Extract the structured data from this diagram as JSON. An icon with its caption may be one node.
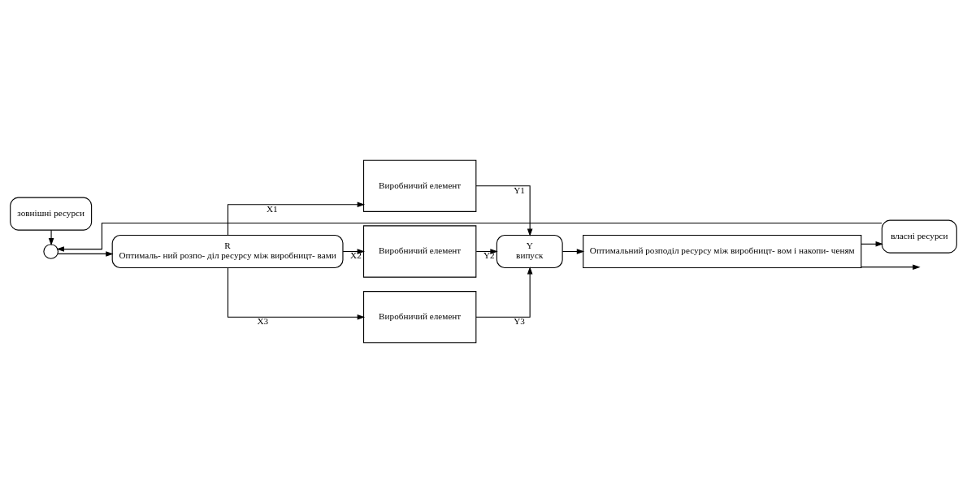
{
  "diagram": {
    "nodes": [
      {
        "text": [
          "зовнішні ресурси"
        ]
      },
      {
        "text": [],
        "shape": "circle"
      },
      {
        "text": [
          "R",
          "Оптималь- ний розпо- діл ресурсу між виробницт- вами"
        ]
      },
      {
        "text": [
          "Виробничий елемент"
        ]
      },
      {
        "text": [
          "Виробничий елемент"
        ]
      },
      {
        "text": [
          "Виробничий елемент"
        ]
      },
      {
        "text": [
          "Y",
          "випуск"
        ]
      },
      {
        "text": [
          "Оптимальний розподіл ресурсу між виробницт- вом і накопи- ченям"
        ]
      },
      {
        "text": [
          "власні ресурси"
        ]
      }
    ],
    "edges": [
      {
        "from": 0,
        "to": 1,
        "arrow": "to"
      },
      {
        "from": 1,
        "to": 2,
        "arrow": "to"
      },
      {
        "from": 2,
        "to": 3,
        "arrow": "to",
        "label": "X1"
      },
      {
        "from": 2,
        "to": 4,
        "arrow": "to",
        "label": "X2"
      },
      {
        "from": 2,
        "to": 5,
        "arrow": "to",
        "label": "X3"
      },
      {
        "from": 3,
        "to": 6,
        "arrow": "to",
        "label": "Y1"
      },
      {
        "from": 4,
        "to": 6,
        "arrow": "to",
        "label": "Y2"
      },
      {
        "from": 5,
        "to": 6,
        "arrow": "to",
        "label": "Y3"
      },
      {
        "from": 6,
        "to": 7,
        "arrow": "to"
      },
      {
        "from": 7,
        "to": null,
        "arrow": "to"
      },
      {
        "from": 7,
        "to": 8,
        "arrow": "to"
      },
      {
        "from": 8,
        "to": 1,
        "arrow": "to"
      }
    ]
  }
}
